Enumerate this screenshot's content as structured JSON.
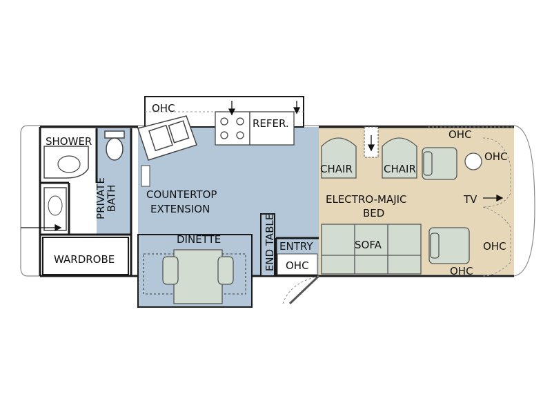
{
  "floorplan": {
    "labels": {
      "ohc_galley": "OHC",
      "refer": "REFER.",
      "shower": "SHOWER",
      "private_bath_line1": "PRIVATE",
      "private_bath_line2": "BATH",
      "countertop_line1": "COUNTERTOP",
      "countertop_line2": "EXTENSION",
      "wardrobe": "WARDROBE",
      "dinette": "DINETTE",
      "end_table": "END TABLE",
      "entry": "ENTRY",
      "ohc_entry": "OHC",
      "chair_left": "CHAIR",
      "chair_right": "CHAIR",
      "bed_line1": "ELECTRO-MAJIC",
      "bed_line2": "BED",
      "sofa": "SOFA",
      "tv": "TV",
      "ohc_front_top": "OHC",
      "ohc_cab_top": "OHC",
      "ohc_cab_bottom": "OHC",
      "ohc_front_bottom": "OHC"
    },
    "colors": {
      "wall": "#1a1a1a",
      "blue_floor": "#b3c7d9",
      "tan_floor": "#e6d7b8",
      "furniture": "#d2dcd0",
      "fixture": "#ffffff"
    }
  }
}
